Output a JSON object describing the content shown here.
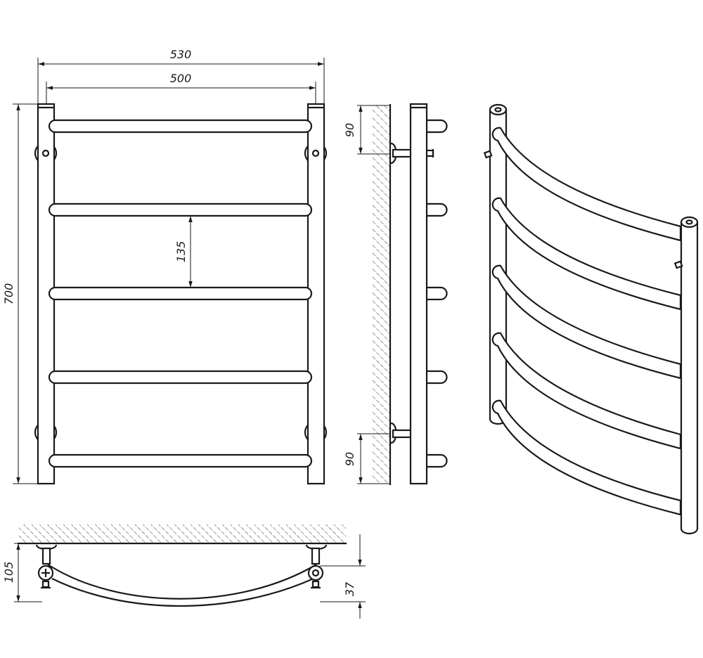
{
  "dimensions": {
    "overall_width": "530",
    "pipe_width": "500",
    "height": "700",
    "rung_spacing": "135",
    "top_offset": "90",
    "bottom_offset": "90",
    "wall_depth": "105",
    "curve_depth": "37"
  },
  "colors": {
    "line": "#1a1a1a",
    "background": "#ffffff"
  }
}
